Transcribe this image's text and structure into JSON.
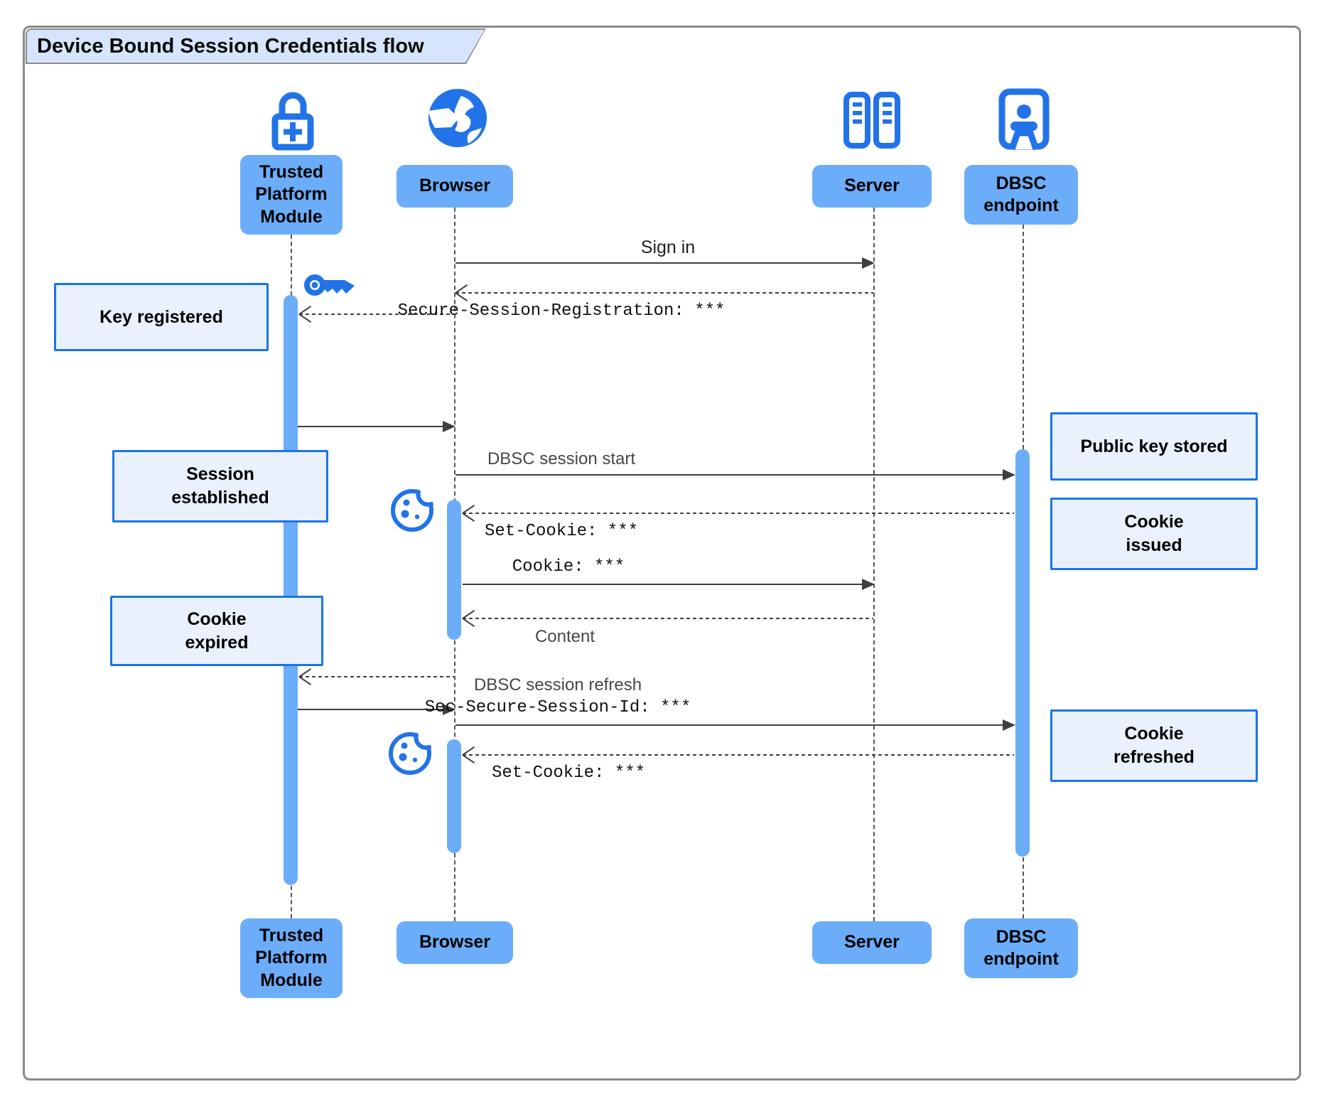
{
  "title": "Device Bound Session Credentials flow",
  "actors": {
    "tpm": "Trusted Platform Module",
    "browser": "Browser",
    "server": "Server",
    "dbsc_endpoint": "DBSC endpoint"
  },
  "messages": {
    "sign_in": "Sign in",
    "secure_session_registration": "Secure-Session-Registration: ***",
    "dbsc_session_start": "DBSC session start",
    "set_cookie_issue": "Set-Cookie: ***",
    "cookie_request": "Cookie: ***",
    "content_response": "Content",
    "dbsc_session_refresh": "DBSC session refresh",
    "sec_secure_session_id": "Sec-Secure-Session-Id: ***",
    "set_cookie_refresh": "Set-Cookie: ***"
  },
  "notes": {
    "key_registered": "Key registered",
    "session_established": "Session established",
    "cookie_expired": "Cookie expired",
    "public_key_stored": "Public key stored",
    "cookie_issued": "Cookie issued",
    "cookie_refreshed": "Cookie refreshed"
  },
  "icons": {
    "tpm": "lock-plus-icon",
    "browser": "globe-icon",
    "server": "server-rack-icon",
    "dbsc_endpoint": "badge-person-icon",
    "key": "key-icon",
    "cookie": "cookie-icon"
  },
  "colors": {
    "icon_blue": "#2273e8",
    "actor_box_fill": "#6badf9",
    "activation_bar": "#6badf9",
    "note_fill": "#e9f1fd",
    "note_border": "#1a74e8",
    "title_tab_fill": "#d6e5fb",
    "frame_border": "#8a8a8a",
    "lifeline": "#575757",
    "arrow": "#3f3f3f"
  }
}
